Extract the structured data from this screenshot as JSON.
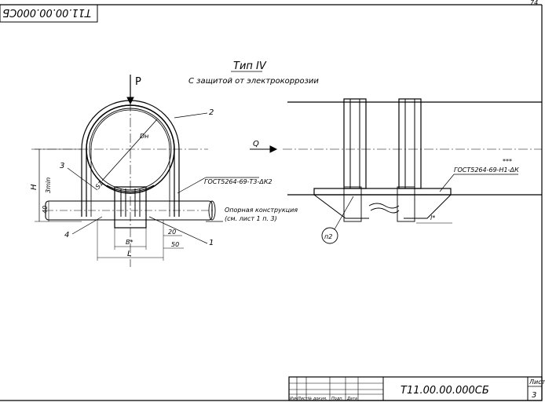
{
  "sheet_number_top": "74",
  "doc_code_rotated": "Т11.00.00.000СБ",
  "title": {
    "type_label": "Тип IV",
    "subtitle": "С защитой от электрокоррозии"
  },
  "left_view": {
    "load_label": "P",
    "diameter_label": "Dн",
    "thickness_label": "S1",
    "height_label": "H",
    "dim_40": "40",
    "dim_3min": "3min",
    "weld_note": "ГОСТ5264-69-Т3-ΔК2",
    "support_note_1": "Опорная конструкция",
    "support_note_2": "(см. лист 1 п. 3)",
    "dim_b": "B*",
    "dim_L": "L",
    "dim_20": "20",
    "dim_50": "50",
    "callouts": [
      "1",
      "2",
      "3",
      "4"
    ]
  },
  "right_view": {
    "flow_label": "Q",
    "weld_note": "ГОСТ5264-69-Н1-ΔК",
    "weld_stars": "***",
    "dim_l": "l*",
    "callout_circle": "п2"
  },
  "title_block": {
    "designation": "Т11.00.00.000СБ",
    "sheet_label": "Лист",
    "sheet_value": "3",
    "col_headers": [
      "Изм",
      "Лист",
      "№ докум.",
      "Подп.",
      "Дата"
    ]
  }
}
